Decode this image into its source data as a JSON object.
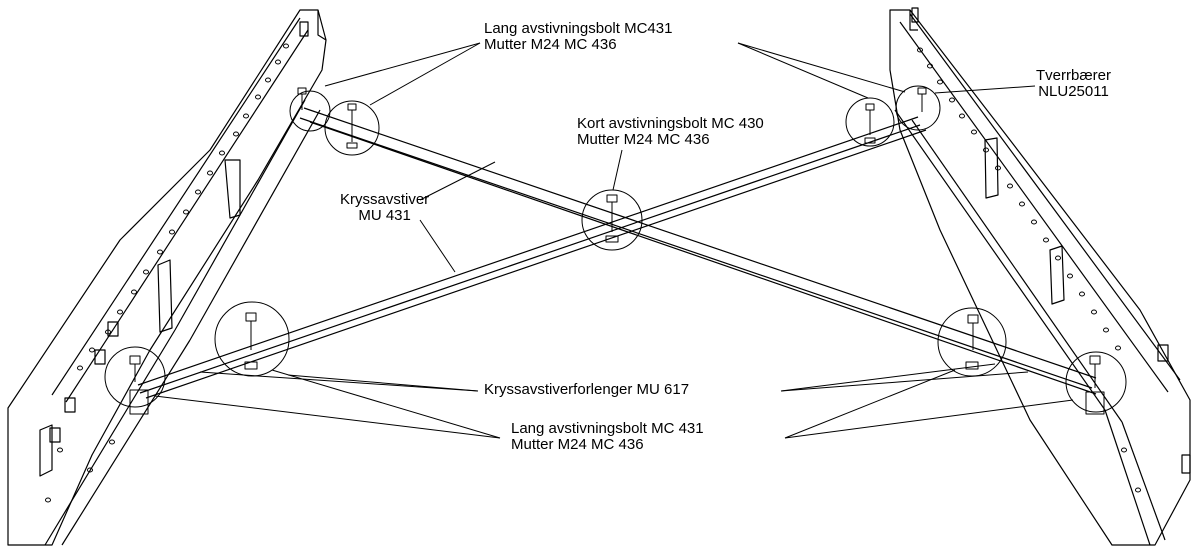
{
  "labels": {
    "top_long_bolt": {
      "line1": "Lang avstivningsbolt MC431",
      "line2": "Mutter M24 MC 436"
    },
    "cross_beam": {
      "line1": "Tverrbærer",
      "line2": "NLU25011"
    },
    "short_bolt": {
      "line1": "Kort avstivningsbolt MC 430",
      "line2": "Mutter M24 MC 436"
    },
    "cross_brace": {
      "line1": "Kryssavstiver",
      "line2": "MU 431"
    },
    "brace_extender": {
      "line1": "Kryssavstiverforlenger MU 617"
    },
    "bottom_long_bolt": {
      "line1": "Lang avstivningsbolt MC 431",
      "line2": "Mutter M24 MC 436"
    }
  },
  "colors": {
    "line": "#000000",
    "background": "#ffffff"
  }
}
